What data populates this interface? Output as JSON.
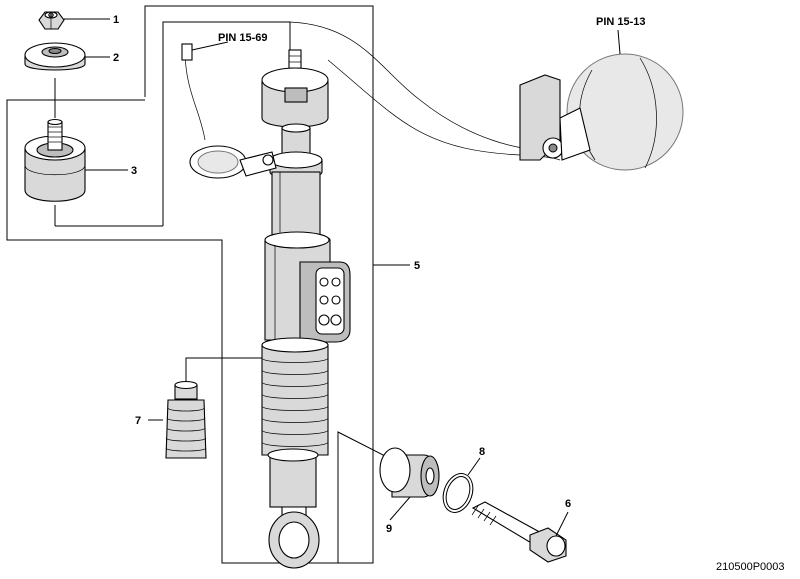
{
  "callouts": {
    "c1": "1",
    "c2": "2",
    "c3": "3",
    "c5": "5",
    "c6": "6",
    "c7": "7",
    "c8": "8",
    "c9": "9"
  },
  "pins": {
    "pin_15_69": "PIN 15-69",
    "pin_15_13": "PIN 15-13"
  },
  "diagram_code": "210500P0003"
}
